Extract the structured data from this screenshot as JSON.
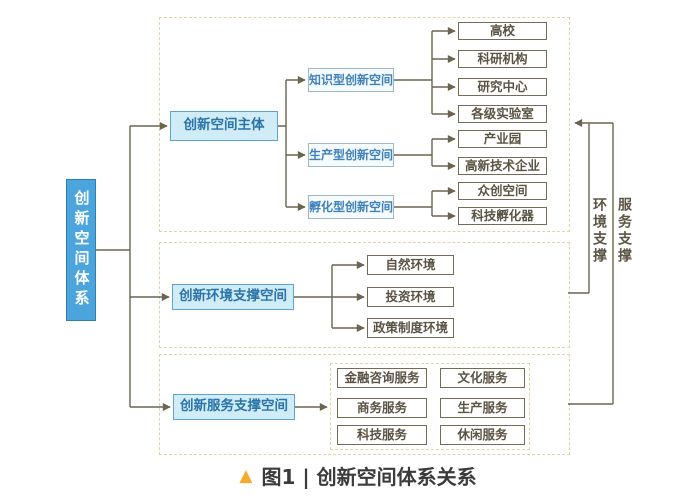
{
  "root": {
    "label": "创新空间体系"
  },
  "sections": {
    "main": {
      "hub": "创新空间主体",
      "types": [
        {
          "label": "知识型创新空间",
          "children": [
            "高校",
            "科研机构",
            "研究中心",
            "各级实验室"
          ]
        },
        {
          "label": "生产型创新空间",
          "children": [
            "产业园",
            "高新技术企业"
          ]
        },
        {
          "label": "孵化型创新空间",
          "children": [
            "众创空间",
            "科技孵化器"
          ]
        }
      ]
    },
    "environment": {
      "hub": "创新环境支撑空间",
      "children": [
        "自然环境",
        "投资环境",
        "政策制度环境"
      ]
    },
    "service": {
      "hub": "创新服务支撑空间",
      "left_children": [
        "金融咨询服务",
        "商务服务",
        "科技服务"
      ],
      "right_children": [
        "文化服务",
        "生产服务",
        "休闲服务"
      ]
    }
  },
  "side_labels": {
    "environment": "环境支撑",
    "service": "服务支撑"
  },
  "caption": {
    "marker": "▲",
    "title": "图1 | 创新空间体系关系"
  },
  "colors": {
    "root_fill": "#4ba4db",
    "root_border": "#2f7fb3",
    "root_text": "#ffffff",
    "hub_fill": "#cfecf7",
    "hub_border": "#5ba4d0",
    "hub_text": "#2b74a8",
    "type_fill": "#f5fbfd",
    "type_border": "#a0b8c4",
    "type_text": "#3f81ba",
    "leaf_border": "#736b55",
    "leaf_text": "#5b5344",
    "line": "#6b6450",
    "section_border": "#e0d3a6",
    "caption_marker": "#f7a92d"
  }
}
